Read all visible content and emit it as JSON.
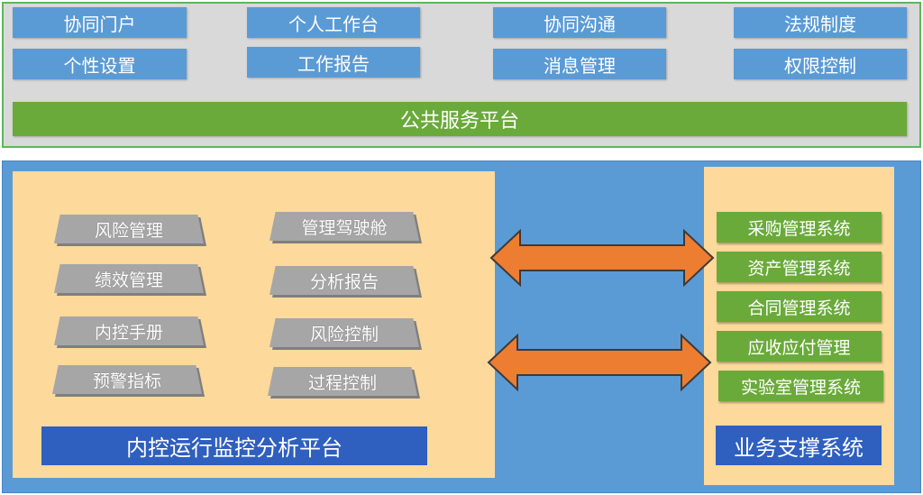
{
  "public_platform": {
    "label": "公共服务平台",
    "items": [
      "协同门户",
      "个人工作台",
      "协同沟通",
      "法规制度",
      "个性设置",
      "工作报告",
      "消息管理",
      "权限控制"
    ]
  },
  "monitor_platform": {
    "title": "内控运行监控分析平台",
    "left_items": [
      "风险管理",
      "绩效管理",
      "内控手册",
      "预警指标"
    ],
    "right_items": [
      "管理驾驶舱",
      "分析报告",
      "风险控制",
      "过程控制"
    ]
  },
  "business_support": {
    "title": "业务支撑系统",
    "items": [
      "采购管理系统",
      "资产管理系统",
      "合同管理系统",
      "应收应付管理",
      "实验室管理系统"
    ]
  },
  "colors": {
    "button_blue": "#5b9bd5",
    "green": "#6aaa3a",
    "panel_orange": "#fdd99b",
    "arrow_orange": "#ed7d31",
    "title_blue": "#2f5fbf",
    "gray": "#a6a6a6"
  }
}
